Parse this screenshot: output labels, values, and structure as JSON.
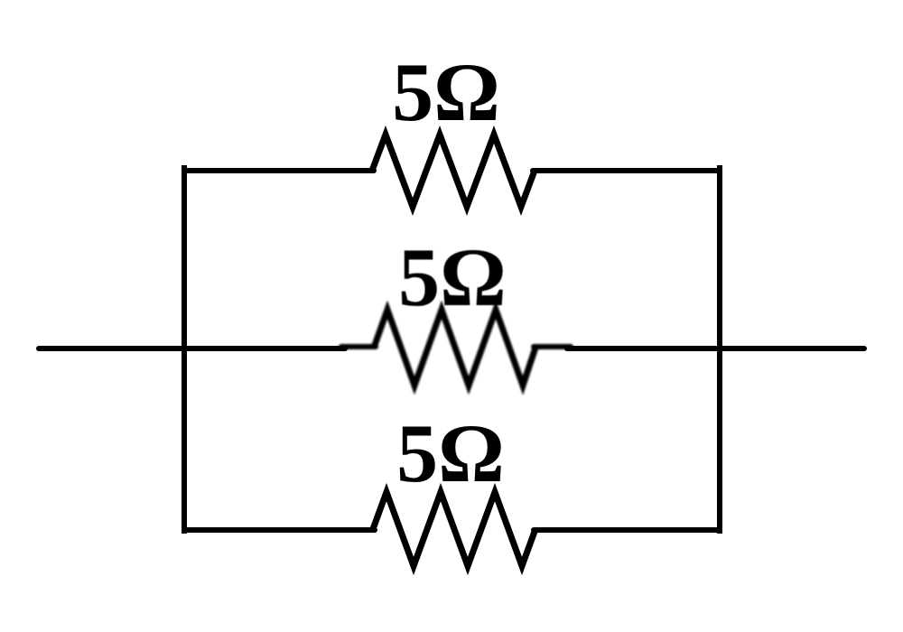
{
  "diagram": {
    "type": "circuit-diagram",
    "description": "Three equal resistors connected in parallel between two vertical rails, with horizontal input and output leads",
    "background_color": "#ffffff",
    "line_color": "#000000",
    "resistors": [
      {
        "id": "top",
        "label": "5Ω",
        "value_ohms": 5
      },
      {
        "id": "middle",
        "label": "5Ω",
        "value_ohms": 5
      },
      {
        "id": "bottom",
        "label": "5Ω",
        "value_ohms": 5
      }
    ]
  }
}
